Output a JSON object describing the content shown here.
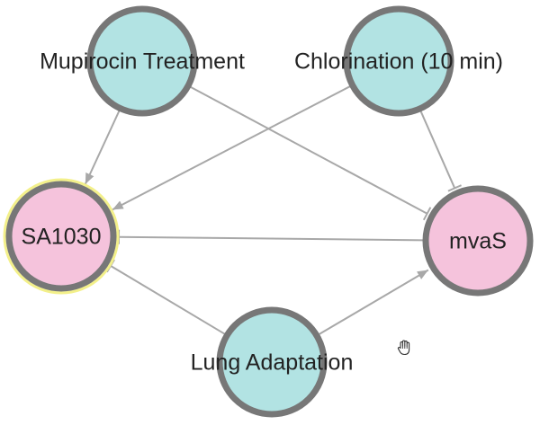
{
  "graph": {
    "colors": {
      "phenotype": "#b2e3e3",
      "gene": "#f5c3dc",
      "node_border": "#777777",
      "selection_halo": "#f3f08a",
      "edge": "#a8a8a8"
    },
    "nodes": [
      {
        "id": "mupirocin",
        "label": "Mupirocin Treatment",
        "kind": "phenotype"
      },
      {
        "id": "chlorination",
        "label": "Chlorination (10 min)",
        "kind": "phenotype"
      },
      {
        "id": "sa1030",
        "label": "SA1030",
        "kind": "gene",
        "selected": true
      },
      {
        "id": "mvas",
        "label": "mvaS",
        "kind": "gene"
      },
      {
        "id": "lung",
        "label": "Lung Adaptation",
        "kind": "phenotype"
      }
    ],
    "edges": [
      {
        "from": "mupirocin",
        "to": "sa1030",
        "type": "activation"
      },
      {
        "from": "mupirocin",
        "to": "mvas",
        "type": "inhibition"
      },
      {
        "from": "chlorination",
        "to": "sa1030",
        "type": "activation"
      },
      {
        "from": "chlorination",
        "to": "mvas",
        "type": "inhibition"
      },
      {
        "from": "mvas",
        "to": "sa1030",
        "type": "inhibition"
      },
      {
        "from": "lung",
        "to": "sa1030",
        "type": "inhibition"
      },
      {
        "from": "lung",
        "to": "mvas",
        "type": "activation"
      }
    ],
    "cursor_icon": "hand-grab-icon"
  }
}
